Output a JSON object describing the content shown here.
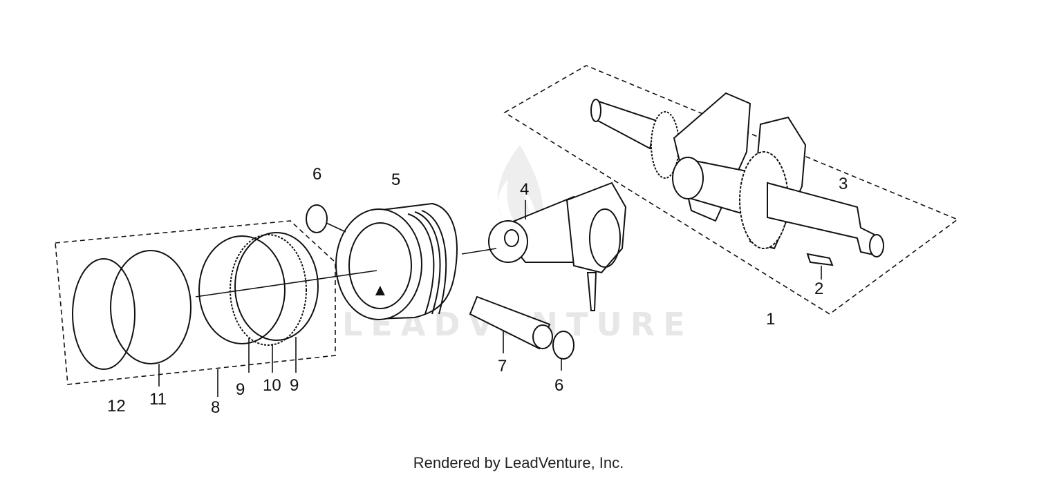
{
  "watermark": "LEADVENTURE",
  "footer": "Rendered by LeadVenture, Inc.",
  "callouts": {
    "c1": "1",
    "c2": "2",
    "c3": "3",
    "c4": "4",
    "c5": "5",
    "c6a": "6",
    "c6b": "6",
    "c7": "7",
    "c8": "8",
    "c9a": "9",
    "c9b": "9",
    "c10": "10",
    "c11": "11",
    "c12": "12"
  }
}
